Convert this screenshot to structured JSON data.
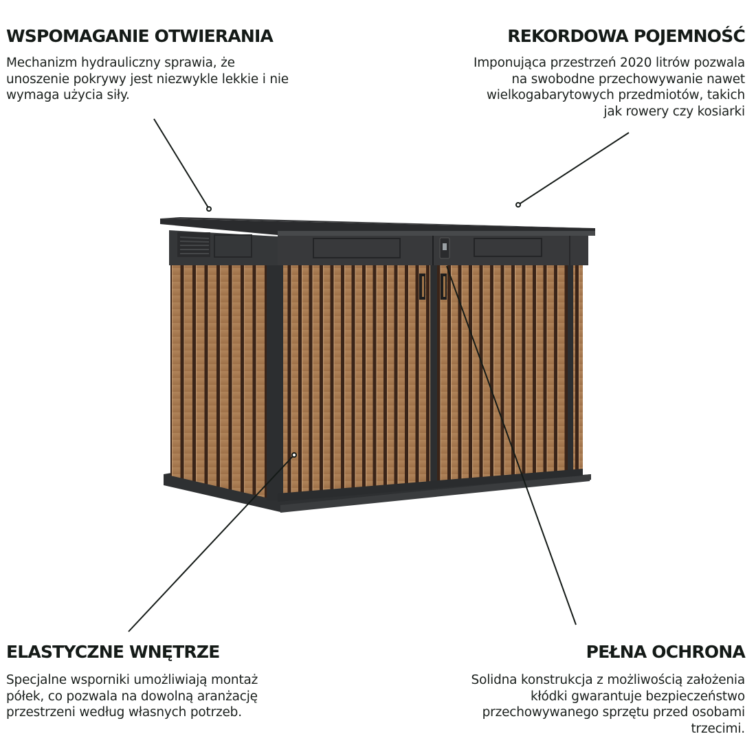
{
  "features": {
    "top_left": {
      "title": "WSPOMAGANIE OTWIERANIA",
      "lines": [
        "Mechanizm hydrauliczny sprawia, że",
        "unoszenie pokrywy jest niezwykle lekkie i nie",
        "wymaga użycia siły."
      ]
    },
    "top_right": {
      "title": "REKORDOWA POJEMNOŚĆ",
      "lines": [
        "Imponująca przestrzeń 2020 litrów pozwala",
        "na swobodne przechowywanie nawet",
        "wielkogabarytowych przedmiotów, takich",
        "jak rowery czy kosiarki"
      ]
    },
    "bottom_left": {
      "title": "ELASTYCZNE WNĘTRZE",
      "lines": [
        "Specjalne wsporniki umożliwiają montaż",
        "półek, co pozwala na dowolną aranżację",
        "przestrzeni według własnych potrzeb."
      ]
    },
    "bottom_right": {
      "title": "PEŁNA OCHRONA",
      "lines": [
        "Solidna konstrukcja z możliwością założenia",
        "kłódki gwarantuje bezpieczeństwo",
        "przechowywanego sprzętu przed osobami",
        "trzecimi."
      ]
    }
  },
  "product": {
    "icon": "storage-shed-illustration",
    "colors": {
      "frame": "#2f3133",
      "roof": "#2a2b2d",
      "wood": "#a87a4f",
      "slat_gap": "#3a2418"
    }
  }
}
